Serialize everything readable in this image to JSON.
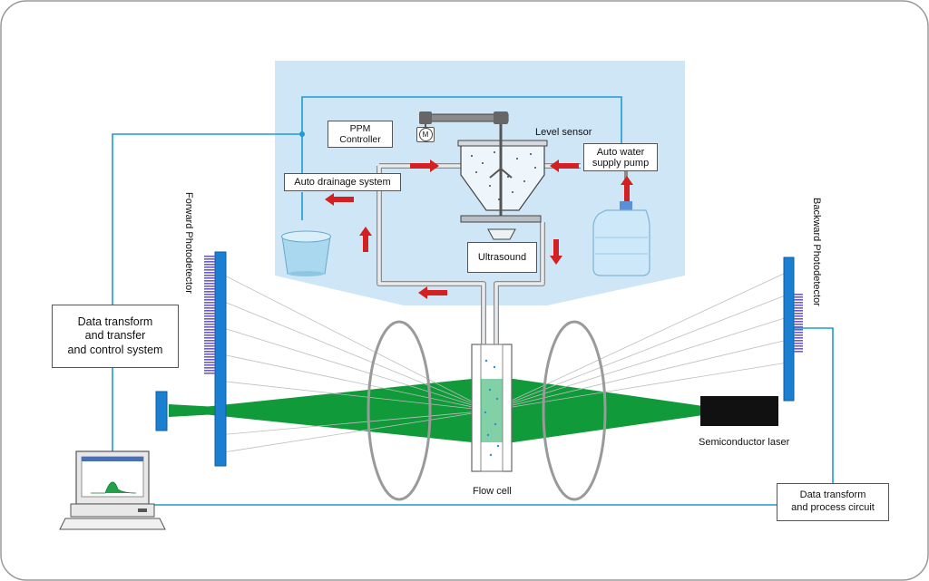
{
  "labels": {
    "ppm_controller": "PPM\nController",
    "motor_symbol": "M",
    "level_sensor": "Level sensor",
    "auto_water_supply_pump": "Auto water\nsupply pump",
    "auto_drainage_system": "Auto drainage system",
    "ultrasound": "Ultrasound",
    "forward_photodetector": "Forward Photodetector",
    "backward_photodetector": "Backward Photodetector",
    "data_transform_control": "Data transform\nand transfer\nand control system",
    "semiconductor_laser": "Semiconductor laser",
    "flow_cell": "Flow cell",
    "data_transform_process": "Data transform\nand process circuit"
  },
  "colors": {
    "panel": "#cfe6f7",
    "pipe_wire": "#1f9bd1",
    "laser_beam": "#119a3a",
    "detector": "#1a7fd0",
    "detector_pixels": "#6b5cc8",
    "arrow": "#d42020",
    "laser_body": "#111111"
  },
  "icons": [
    "motor-icon",
    "bucket-icon",
    "water-bottle-icon",
    "computer-icon",
    "flow-arrow-icon"
  ]
}
